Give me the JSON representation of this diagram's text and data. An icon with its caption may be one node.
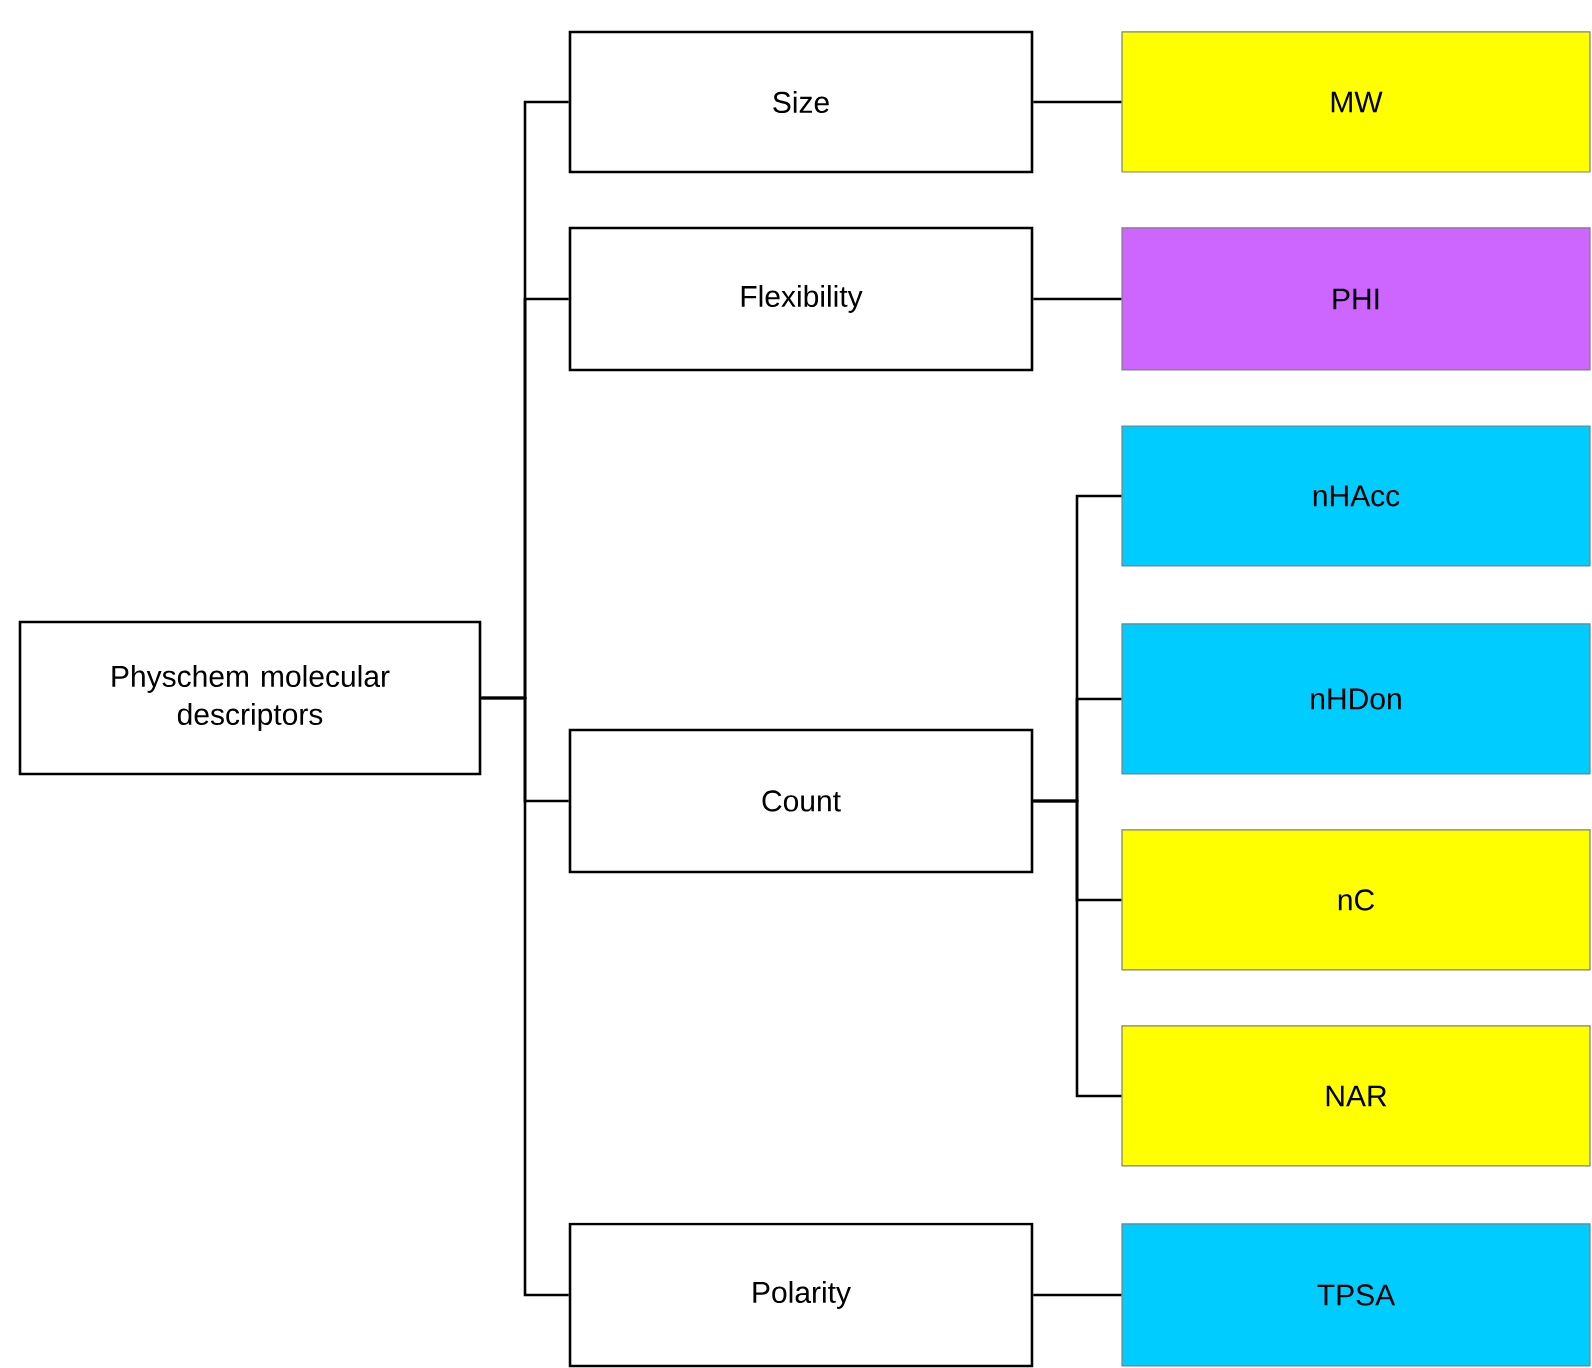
{
  "diagram": {
    "nodes": [
      {
        "text": [
          "Physchem molecular descriptors"
        ]
      },
      {
        "text": [
          "Size"
        ]
      },
      {
        "text": [
          "Flexibility"
        ]
      },
      {
        "text": [
          "Count"
        ]
      },
      {
        "text": [
          "Polarity"
        ]
      },
      {
        "text": [
          "MW"
        ]
      },
      {
        "text": [
          "PHI"
        ]
      },
      {
        "text": [
          "nHAcc"
        ]
      },
      {
        "text": [
          "nHDon"
        ]
      },
      {
        "text": [
          "nC"
        ]
      },
      {
        "text": [
          "NAR"
        ]
      },
      {
        "text": [
          "TPSA"
        ]
      }
    ],
    "edges": [
      {
        "from": 0,
        "to": 1,
        "arrow": "none"
      },
      {
        "from": 0,
        "to": 2,
        "arrow": "none"
      },
      {
        "from": 0,
        "to": 3,
        "arrow": "none"
      },
      {
        "from": 0,
        "to": 4,
        "arrow": "none"
      },
      {
        "from": 1,
        "to": 5,
        "arrow": "none"
      },
      {
        "from": 2,
        "to": 6,
        "arrow": "none"
      },
      {
        "from": 3,
        "to": 7,
        "arrow": "none"
      },
      {
        "from": 3,
        "to": 8,
        "arrow": "none"
      },
      {
        "from": 3,
        "to": 9,
        "arrow": "none"
      },
      {
        "from": 3,
        "to": 10,
        "arrow": "none"
      },
      {
        "from": 4,
        "to": 11,
        "arrow": "none"
      }
    ]
  }
}
